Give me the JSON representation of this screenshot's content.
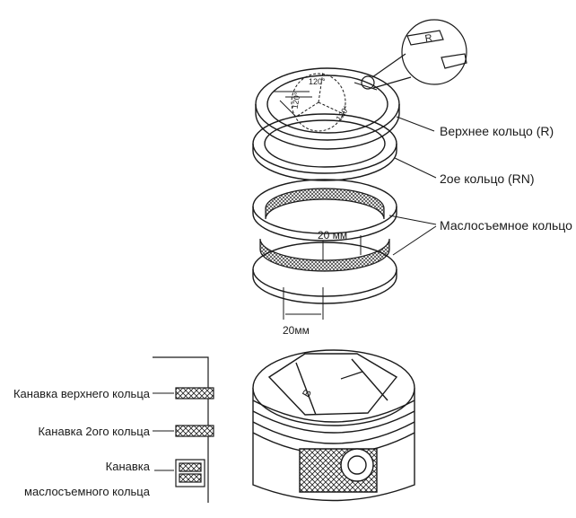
{
  "labels": {
    "top_ring": "Верхнее кольцо (R)",
    "second_ring": "2ое кольцо (RN)",
    "oil_ring": "Маслосъемное кольцо",
    "gap_upper": "20 мм",
    "gap_lower": "20мм",
    "angle_1": "120°",
    "angle_2": "120°",
    "angle_3": "120°",
    "detail_mark": "R",
    "piston_mark": "B",
    "groove_top": "Канавка верхнего кольца",
    "groove_second": "Канавка 2ого кольца",
    "groove_oil_line1": "Канавка",
    "groove_oil_line2": "маслосъемного кольца"
  },
  "colors": {
    "ink": "#1a1a1a",
    "background": "#ffffff"
  }
}
